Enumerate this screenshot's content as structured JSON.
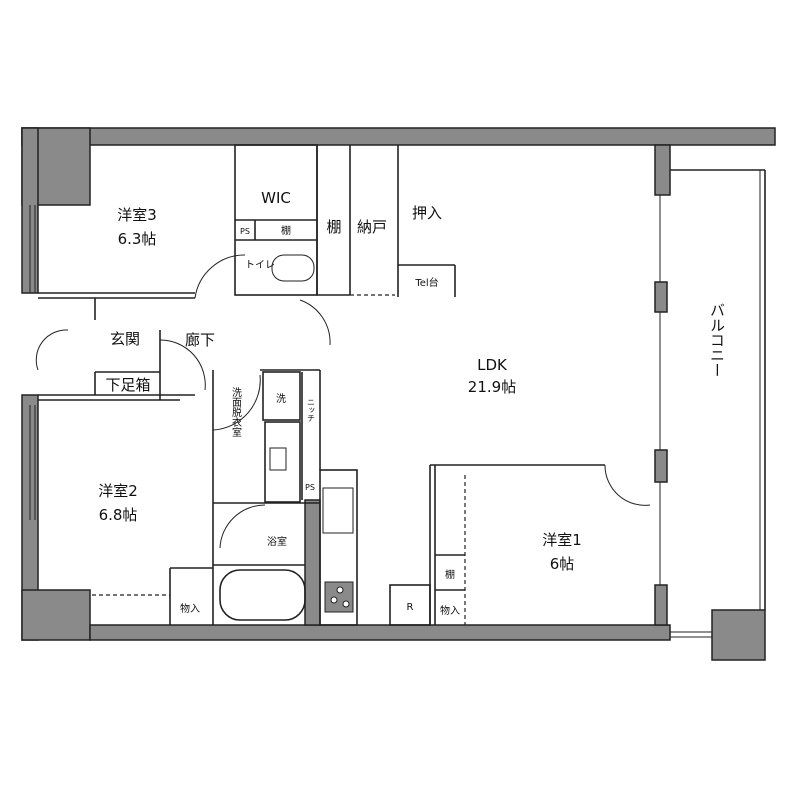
{
  "rooms": {
    "western3": {
      "name": "洋室3",
      "size": "6.3帖"
    },
    "western2": {
      "name": "洋室2",
      "size": "6.8帖"
    },
    "western1": {
      "name": "洋室1",
      "size": "6帖"
    },
    "ldk": {
      "name": "LDK",
      "size": "21.9帖"
    },
    "wic": "WIC",
    "toilet": "トイレ",
    "storage_nando": "納戸",
    "oshiire": "押入",
    "tel": "Tel台",
    "entrance": "玄関",
    "hallway": "廊下",
    "shoe_box": "下足箱",
    "washroom": "洗面脱衣室",
    "washer": "洗",
    "niche": "ニッチ",
    "bathroom": "浴室",
    "balcony": "バルコニー",
    "fridge": "R"
  },
  "labels": {
    "ps_top": "PS",
    "ps_bottom": "PS",
    "shelf_wic": "棚",
    "shelf_nando": "棚",
    "shelf_w1": "棚",
    "closet_w2": "物入",
    "closet_w1": "物入"
  }
}
